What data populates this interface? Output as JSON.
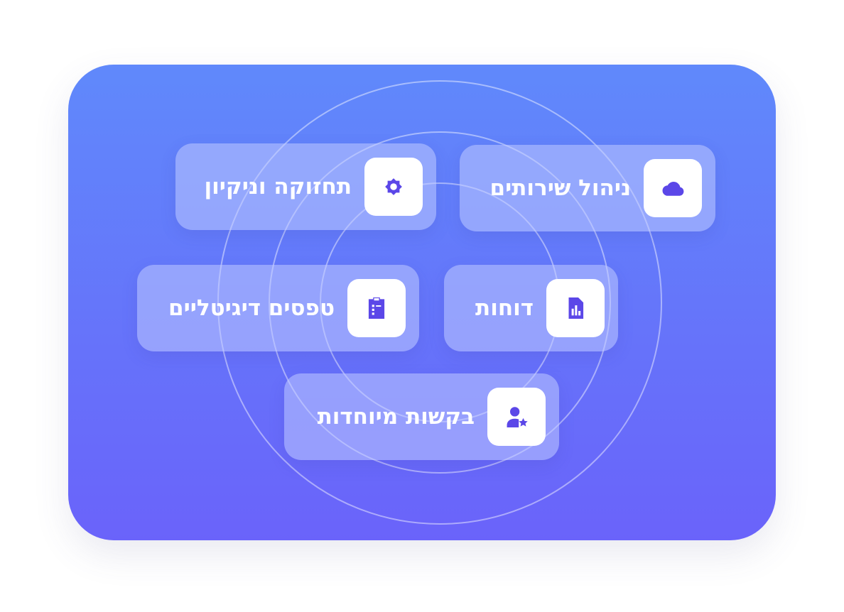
{
  "accent_color": "#5b47e8",
  "card_gradient": [
    "#6089fb",
    "#6a63fa"
  ],
  "features": [
    {
      "label": "ניהול שירותים",
      "icon": "cloud-icon"
    },
    {
      "label": "תחזוקה וניקיון",
      "icon": "gear-icon"
    },
    {
      "label": "דוחות",
      "icon": "report-chart-icon"
    },
    {
      "label": "טפסים דיגיטליים",
      "icon": "clipboard-form-icon"
    },
    {
      "label": "בקשות מיוחדות",
      "icon": "user-star-icon"
    }
  ]
}
